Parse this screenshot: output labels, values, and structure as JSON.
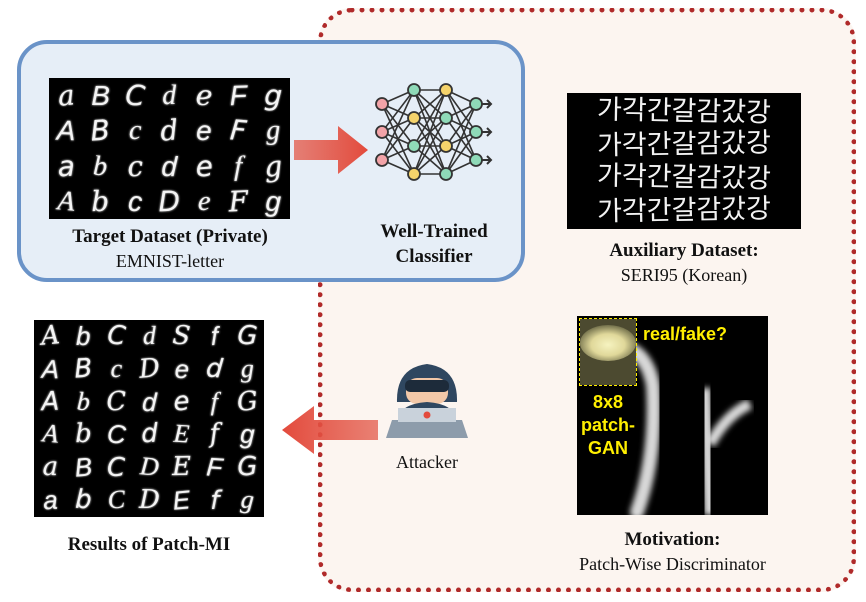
{
  "target": {
    "title": "Target Dataset (Private)",
    "subtitle": "EMNIST-letter",
    "rows": [
      [
        "a",
        "B",
        "C",
        "d",
        "e",
        "F",
        "g"
      ],
      [
        "A",
        "B",
        "c",
        "d",
        "e",
        "F",
        "g"
      ],
      [
        "a",
        "b",
        "c",
        "d",
        "e",
        "f",
        "g"
      ],
      [
        "A",
        "b",
        "c",
        "D",
        "e",
        "F",
        "g"
      ]
    ]
  },
  "classifier": {
    "line1": "Well-Trained",
    "line2": "Classifier"
  },
  "auxiliary": {
    "title": "Auxiliary Dataset:",
    "subtitle": "SERI95 (Korean)",
    "rows": [
      "가각간갈감갔강",
      "가각간갈감갔강",
      "가각간갈감갔강",
      "가각간갈감갔강"
    ]
  },
  "results": {
    "title": "Results of Patch-MI",
    "rows": [
      [
        "A",
        "b",
        "C",
        "d",
        "S",
        "f",
        "G"
      ],
      [
        "A",
        "B",
        "c",
        "D",
        "e",
        "d",
        "g"
      ],
      [
        "A",
        "b",
        "C",
        "d",
        "e",
        "f",
        "G"
      ],
      [
        "A",
        "b",
        "C",
        "d",
        "E",
        "f",
        "g"
      ],
      [
        "a",
        "B",
        "C",
        "D",
        "E",
        "F",
        "G"
      ],
      [
        "a",
        "b",
        "C",
        "D",
        "E",
        "f",
        "g"
      ]
    ]
  },
  "attacker": {
    "label": "Attacker"
  },
  "motivation": {
    "title": "Motivation:",
    "subtitle": "Patch-Wise Discriminator",
    "question": "real/fake?",
    "patch_line1": "8x8",
    "patch_line2": "patch-",
    "patch_line3": "GAN"
  },
  "colors": {
    "blue_border": "#6a93c8",
    "red_dotted": "#b02a2a",
    "arrow": "#e34a3c",
    "highlight": "#ffef00"
  }
}
